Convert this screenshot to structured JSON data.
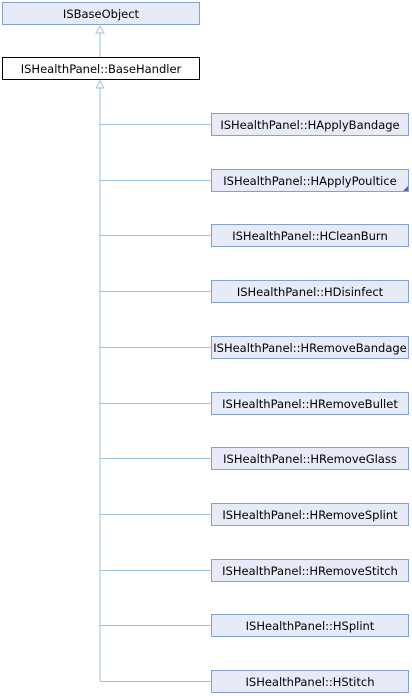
{
  "diagram": {
    "root": {
      "label": "ISBaseObject"
    },
    "current": {
      "label": "ISHealthPanel::BaseHandler"
    },
    "children": [
      {
        "label": "ISHealthPanel::HApplyBandage",
        "folded": false
      },
      {
        "label": "ISHealthPanel::HApplyPoultice",
        "folded": true
      },
      {
        "label": "ISHealthPanel::HCleanBurn",
        "folded": false
      },
      {
        "label": "ISHealthPanel::HDisinfect",
        "folded": false
      },
      {
        "label": "ISHealthPanel::HRemoveBandage",
        "folded": false
      },
      {
        "label": "ISHealthPanel::HRemoveBullet",
        "folded": false
      },
      {
        "label": "ISHealthPanel::HRemoveGlass",
        "folded": false
      },
      {
        "label": "ISHealthPanel::HRemoveSplint",
        "folded": false
      },
      {
        "label": "ISHealthPanel::HRemoveStitch",
        "folded": false
      },
      {
        "label": "ISHealthPanel::HSplint",
        "folded": false
      },
      {
        "label": "ISHealthPanel::HStitch",
        "folded": false
      }
    ]
  },
  "colors": {
    "edge": "#9fc3e0",
    "node_fill": "#e6ebf7",
    "node_border": "#84a0d1",
    "current_border": "#000000"
  }
}
